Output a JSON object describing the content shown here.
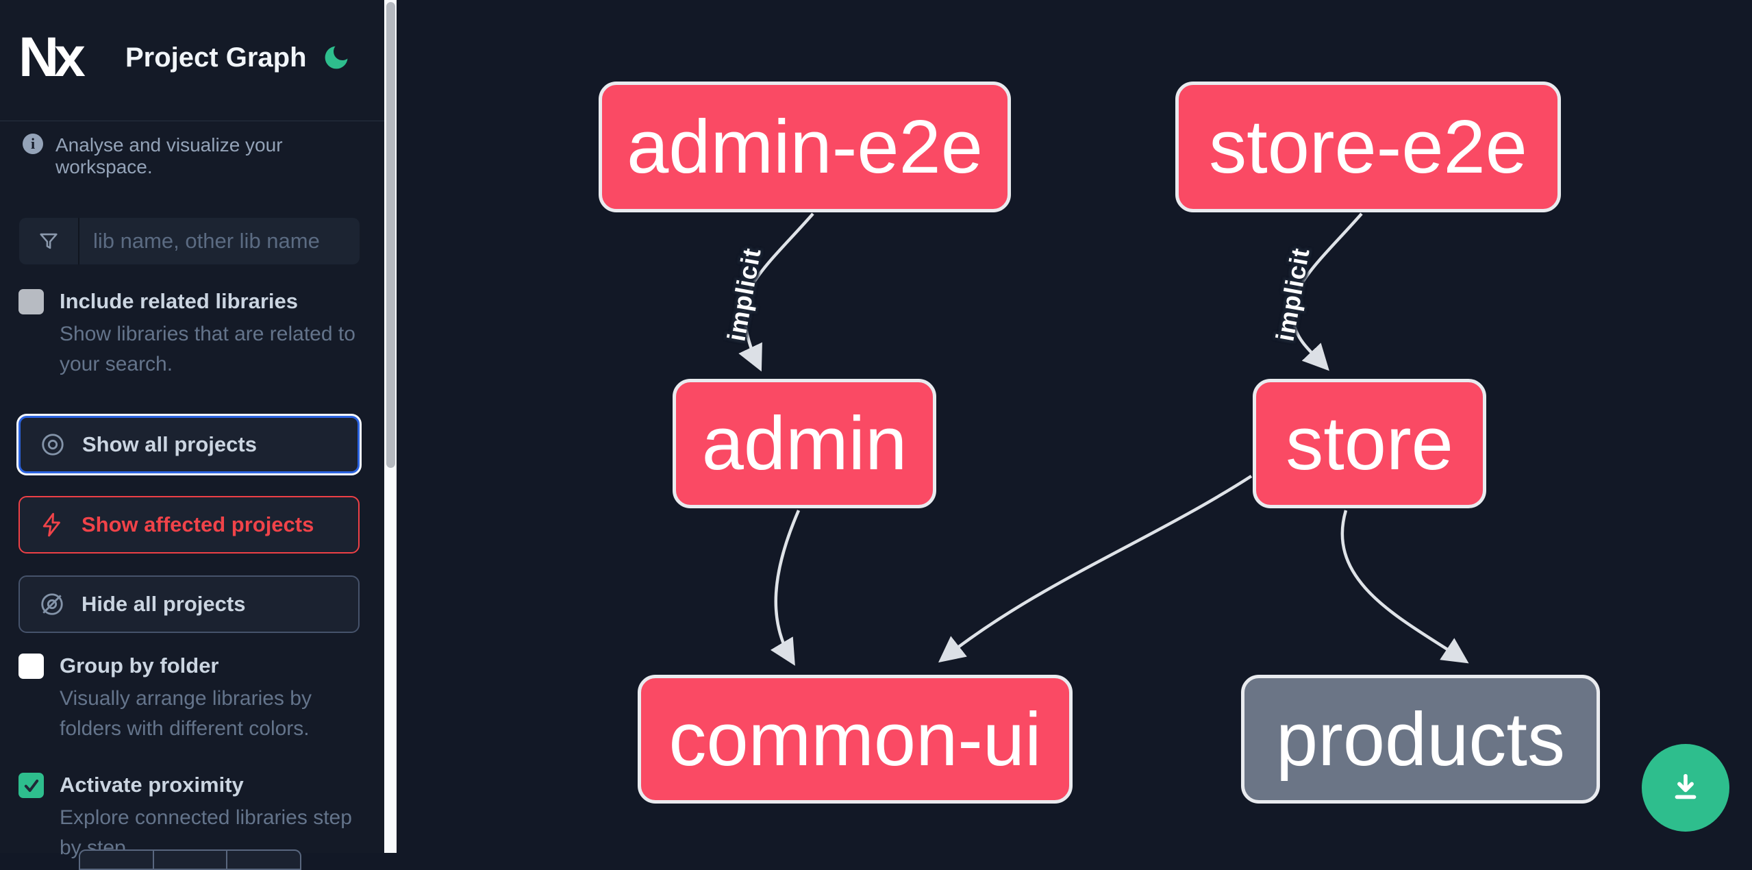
{
  "app": {
    "name": "Nx",
    "title": "Project Graph",
    "theme_toggle": "moon-icon"
  },
  "sidebar": {
    "tagline": "Analyse and visualize your workspace.",
    "search_placeholder": "lib name, other lib name",
    "include_related": {
      "label": "Include related libraries",
      "description": "Show libraries that are related to your search.",
      "checked": false
    },
    "buttons": {
      "show_all": "Show all projects",
      "show_affected": "Show affected projects",
      "hide_all": "Hide all projects"
    },
    "group_by_folder": {
      "label": "Group by folder",
      "description": "Visually arrange libraries by folders with different colors.",
      "checked": false
    },
    "activate_proximity": {
      "label": "Activate proximity",
      "description": "Explore connected libraries step by step.",
      "checked": true
    }
  },
  "graph": {
    "nodes": [
      {
        "id": "admin-e2e",
        "label": "admin-e2e",
        "state": "affected"
      },
      {
        "id": "store-e2e",
        "label": "store-e2e",
        "state": "affected"
      },
      {
        "id": "admin",
        "label": "admin",
        "state": "affected"
      },
      {
        "id": "store",
        "label": "store",
        "state": "affected"
      },
      {
        "id": "common-ui",
        "label": "common-ui",
        "state": "affected"
      },
      {
        "id": "products",
        "label": "products",
        "state": "default"
      }
    ],
    "edges": [
      {
        "from": "admin-e2e",
        "to": "admin",
        "label": "implicit"
      },
      {
        "from": "store-e2e",
        "to": "store",
        "label": "implicit"
      },
      {
        "from": "admin",
        "to": "common-ui",
        "label": ""
      },
      {
        "from": "store",
        "to": "common-ui",
        "label": ""
      },
      {
        "from": "store",
        "to": "products",
        "label": ""
      }
    ]
  },
  "fab": {
    "action": "download"
  },
  "colors": {
    "sidebar_bg": "#141a27",
    "canvas_bg": "#121826",
    "affected_node": "#fa4a64",
    "default_node": "#6b7586",
    "node_border": "#e9ebef",
    "focus_blue": "#2b63e0",
    "affected_red": "#ee4046",
    "green": "#2ebe8d",
    "edge": "#dfe3e8"
  }
}
